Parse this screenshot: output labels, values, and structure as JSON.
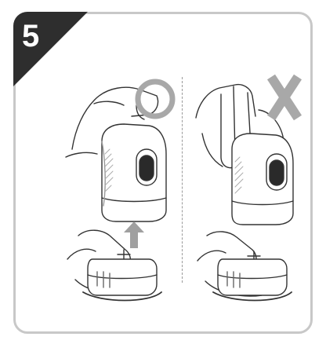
{
  "step": {
    "number": "5"
  },
  "panels": [
    {
      "id": "left",
      "indicator": "correct-circle"
    },
    {
      "id": "right",
      "indicator": "wrong-x"
    }
  ],
  "colors": {
    "corner": "#2e2e2e",
    "border": "#c8c8c8",
    "indicator": "#a8a8a8",
    "arrow": "#9a9a9a",
    "ink": "#333333"
  }
}
